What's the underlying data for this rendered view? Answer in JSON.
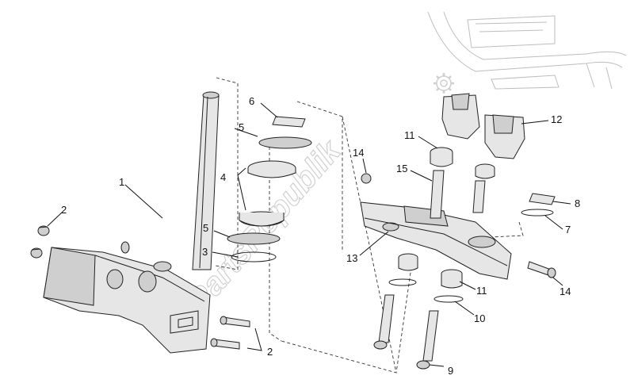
{
  "watermark": "PartsRepublik",
  "callouts": [
    {
      "id": "c1",
      "label": "1"
    },
    {
      "id": "c2a",
      "label": "2"
    },
    {
      "id": "c2b",
      "label": "2"
    },
    {
      "id": "c3",
      "label": "3"
    },
    {
      "id": "c4",
      "label": "4"
    },
    {
      "id": "c5a",
      "label": "5"
    },
    {
      "id": "c5b",
      "label": "5"
    },
    {
      "id": "c6",
      "label": "6"
    },
    {
      "id": "c7",
      "label": "7"
    },
    {
      "id": "c8",
      "label": "8"
    },
    {
      "id": "c9",
      "label": "9"
    },
    {
      "id": "c10",
      "label": "10"
    },
    {
      "id": "c11a",
      "label": "11"
    },
    {
      "id": "c11b",
      "label": "11"
    },
    {
      "id": "c12",
      "label": "12"
    },
    {
      "id": "c13",
      "label": "13"
    },
    {
      "id": "c14a",
      "label": "14"
    },
    {
      "id": "c14b",
      "label": "14"
    },
    {
      "id": "c15",
      "label": "15"
    }
  ]
}
